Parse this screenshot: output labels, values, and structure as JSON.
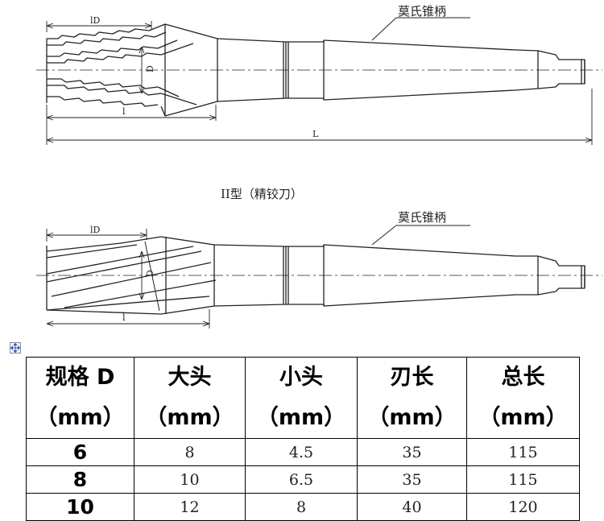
{
  "drawing": {
    "top_part": {
      "callout": "莫氏锥柄",
      "dimensions": {
        "l_d": "lD",
        "d": "D",
        "l": "l",
        "total": "L"
      }
    },
    "caption": "II型（精铰刀）",
    "bottom_part": {
      "callout": "莫氏锥柄",
      "dimensions": {
        "l_d": "lD",
        "d": "D",
        "l": "l"
      }
    }
  },
  "table": {
    "headers": [
      {
        "name": "规格 D",
        "unit": "（mm）"
      },
      {
        "name": "大头",
        "unit": "（mm）"
      },
      {
        "name": "小头",
        "unit": "（mm）"
      },
      {
        "name": "刃长",
        "unit": "（mm）"
      },
      {
        "name": "总长",
        "unit": "（mm）"
      }
    ],
    "rows": [
      [
        "6",
        "8",
        "4.5",
        "35",
        "115"
      ],
      [
        "8",
        "10",
        "6.5",
        "35",
        "115"
      ],
      [
        "10",
        "12",
        "8",
        "40",
        "120"
      ]
    ]
  },
  "icons": {
    "move_handle": "move-cross-arrows-icon"
  }
}
